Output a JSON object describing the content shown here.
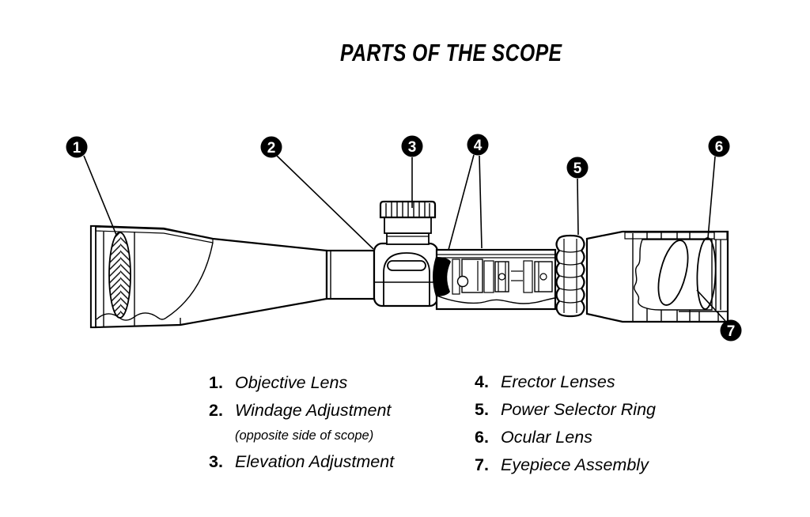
{
  "title": "PARTS OF THE SCOPE",
  "colors": {
    "ink": "#000000",
    "background": "#ffffff"
  },
  "callouts": [
    {
      "num": "1",
      "target": "Objective Lens"
    },
    {
      "num": "2",
      "target": "Windage Adjustment"
    },
    {
      "num": "3",
      "target": "Elevation Adjustment"
    },
    {
      "num": "4",
      "target": "Erector Lenses"
    },
    {
      "num": "5",
      "target": "Power Selector Ring"
    },
    {
      "num": "6",
      "target": "Ocular Lens"
    },
    {
      "num": "7",
      "target": "Eyepiece Assembly"
    }
  ],
  "legend": {
    "left": [
      {
        "num": "1.",
        "label": "Objective Lens",
        "note": ""
      },
      {
        "num": "2.",
        "label": "Windage Adjustment",
        "note": "(opposite side of scope)"
      },
      {
        "num": "3.",
        "label": "Elevation Adjustment",
        "note": ""
      }
    ],
    "right": [
      {
        "num": "4.",
        "label": "Erector Lenses"
      },
      {
        "num": "5.",
        "label": "Power Selector Ring"
      },
      {
        "num": "6.",
        "label": "Ocular Lens"
      },
      {
        "num": "7.",
        "label": "Eyepiece Assembly"
      }
    ]
  }
}
